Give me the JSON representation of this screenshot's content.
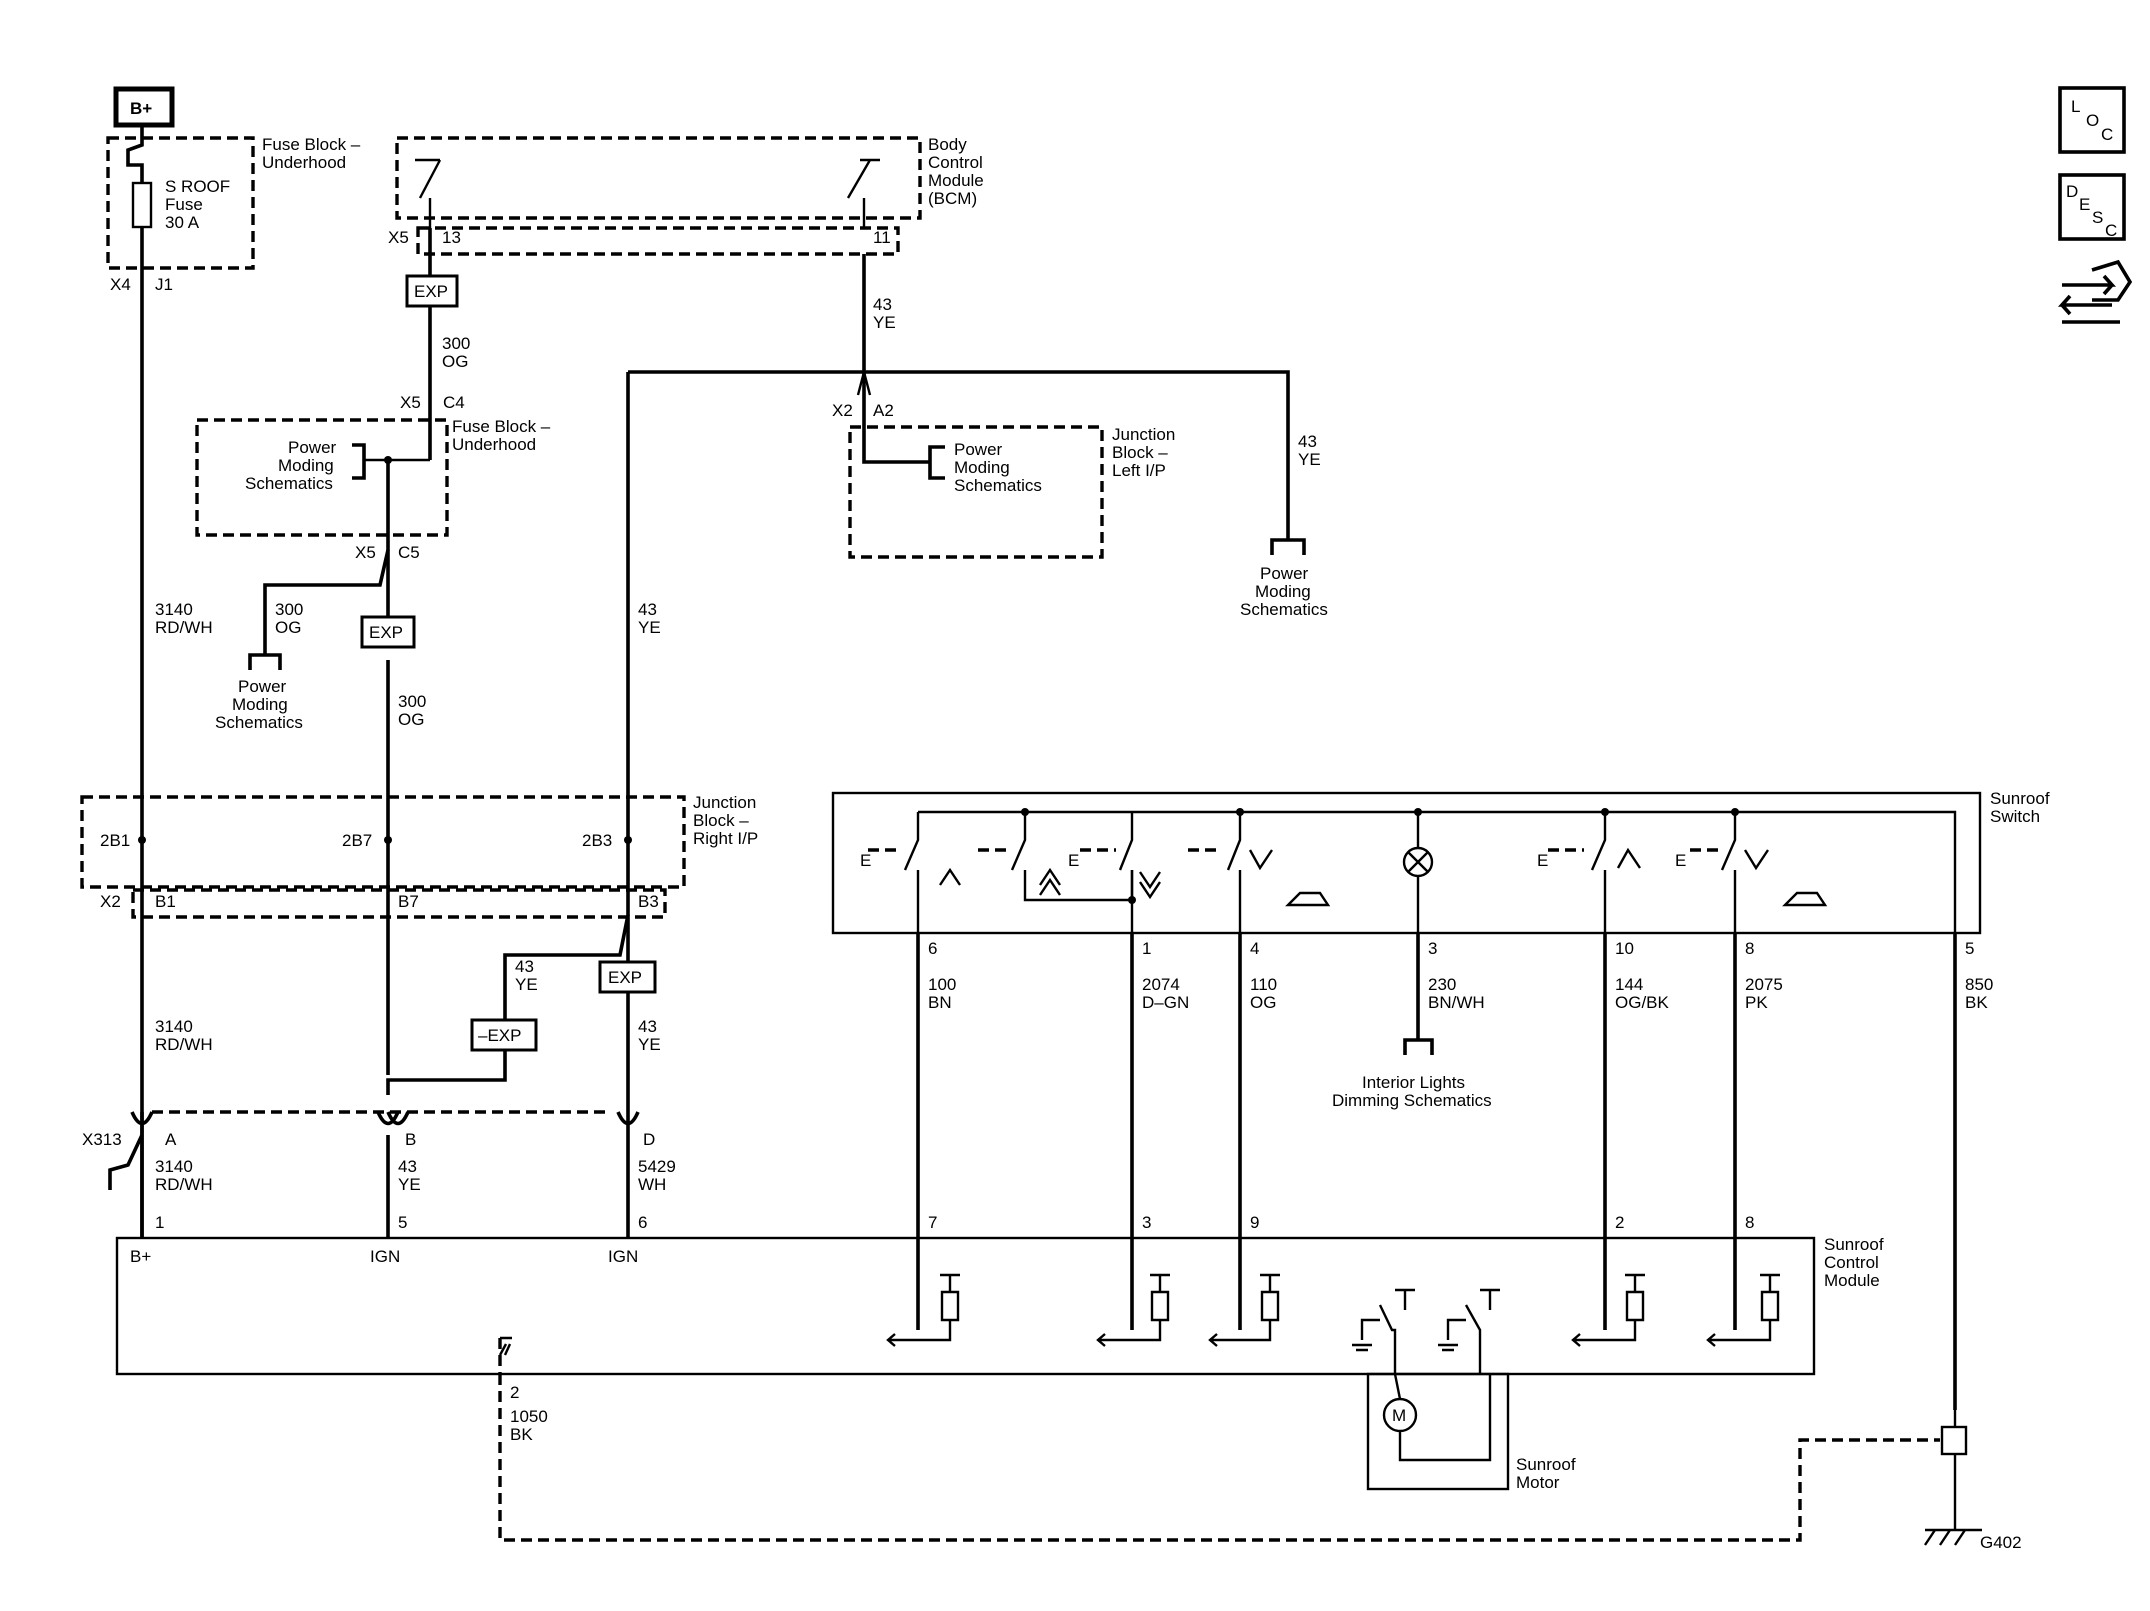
{
  "wires": [
    {
      "num": "3140",
      "color": "RD/WH"
    },
    {
      "num": "300",
      "color": "OG"
    },
    {
      "num": "43",
      "color": "YE"
    },
    {
      "num": "5429",
      "color": "WH"
    },
    {
      "num": "100",
      "color": "BN"
    },
    {
      "num": "2074",
      "color": "D–GN"
    },
    {
      "num": "110",
      "color": "OG"
    },
    {
      "num": "230",
      "color": "BN/WH"
    },
    {
      "num": "144",
      "color": "OG/BK"
    },
    {
      "num": "2075",
      "color": "PK"
    },
    {
      "num": "850",
      "color": "BK"
    },
    {
      "num": "1050",
      "color": "BK"
    }
  ],
  "components": {
    "battery": "B+",
    "fuse_block": [
      "Fuse Block –",
      "Underhood"
    ],
    "fuse": [
      "S ROOF",
      "Fuse",
      "30 A"
    ],
    "bcm": [
      "Body",
      "Control",
      "Module",
      "(BCM)"
    ],
    "power_moding": [
      "Power",
      "Moding",
      "Schematics"
    ],
    "junction_left": [
      "Junction",
      "Block –",
      "Left I/P"
    ],
    "junction_right": [
      "Junction",
      "Block –",
      "Right I/P"
    ],
    "sunroof_switch": [
      "Sunroof",
      "Switch"
    ],
    "sunroof_module": [
      "Sunroof",
      "Control",
      "Module"
    ],
    "sunroof_motor": [
      "Sunroof",
      "Motor"
    ],
    "interior_lights": [
      "Interior Lights",
      "Dimming Schematics"
    ],
    "exp": "EXP",
    "exp_neg": "–EXP",
    "ground": "G402",
    "motor": "M"
  },
  "connectors": {
    "x4": "X4",
    "j1": "J1",
    "x5": "X5",
    "x2": "X2",
    "x313": "X313",
    "p13": "13",
    "p11": "11",
    "c4": "C4",
    "c5": "C5",
    "a2": "A2",
    "b2b1": "2B1",
    "b2b7": "2B7",
    "b2b3": "2B3",
    "b1": "B1",
    "b7": "B7",
    "b3": "B3",
    "pa": "A",
    "pb": "B",
    "pd": "D",
    "m1": "1",
    "m5": "5",
    "m6": "6",
    "m7": "7",
    "m3": "3",
    "m9": "9",
    "m2": "2",
    "m8": "8",
    "m2g": "2",
    "s6": "6",
    "s1": "1",
    "s4": "4",
    "s3": "3",
    "s10": "10",
    "s8": "8",
    "s5": "5"
  },
  "module_pins": {
    "bplus": "B+",
    "ign1": "IGN",
    "ign2": "IGN"
  },
  "side_icons": [
    {
      "icon": "loc-icon",
      "main": "L",
      "sub": "O",
      "sub2": "C"
    },
    {
      "icon": "desc-icon",
      "main": "D",
      "sub": "E",
      "sub2": "S",
      "sub3": "C"
    },
    {
      "icon": "navigation-arrows-icon"
    }
  ]
}
